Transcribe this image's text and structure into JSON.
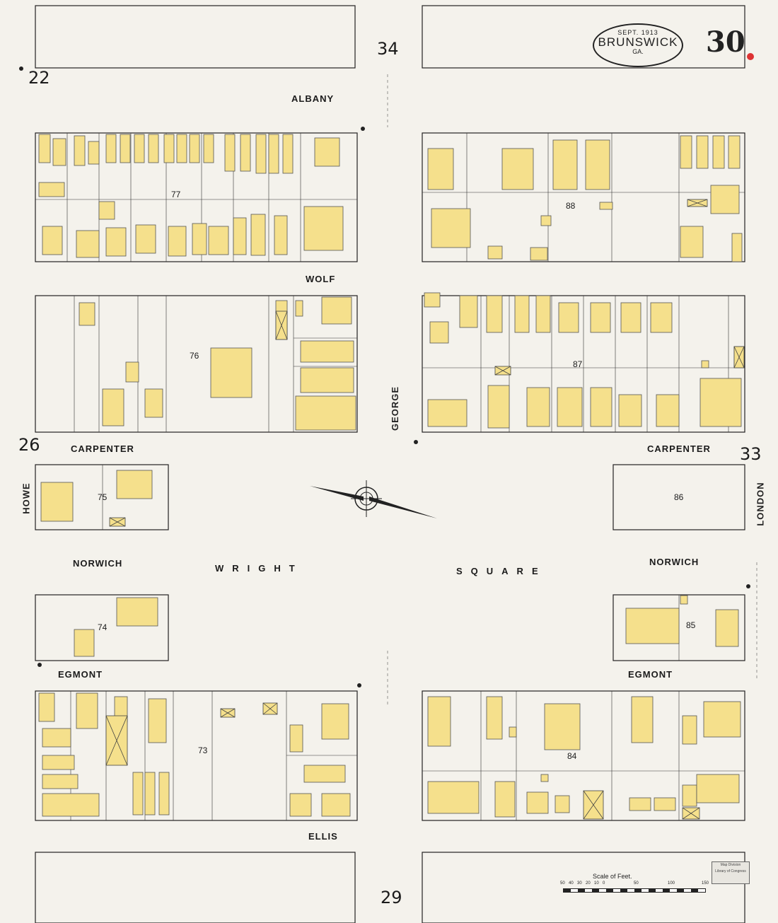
{
  "header": {
    "date": "SEPT. 1913",
    "city": "BRUNSWICK",
    "state": "GA.",
    "sheet_number": "30"
  },
  "adjacent_sheets": {
    "top_left": "22",
    "top_center": "34",
    "left_middle": "26",
    "right_middle": "33",
    "bottom_center": "29"
  },
  "streets": {
    "albany": "ALBANY",
    "wolf": "WOLF",
    "carpenter_left": "CARPENTER",
    "carpenter_right": "CARPENTER",
    "norwich_left": "NORWICH",
    "norwich_right": "NORWICH",
    "wright": "WRIGHT",
    "square": "SQUARE",
    "egmont_left": "EGMONT",
    "egmont_right": "EGMONT",
    "ellis": "ELLIS",
    "george": "GEORGE",
    "howe": "HOWE",
    "london": "LONDON"
  },
  "blocks": [
    "77",
    "88",
    "76",
    "87",
    "75",
    "86",
    "74",
    "85",
    "73",
    "84"
  ],
  "scale": {
    "caption": "Scale of Feet.",
    "ticks": [
      "50",
      "40",
      "30",
      "20",
      "10",
      "0",
      "50",
      "100",
      "150"
    ]
  },
  "library_stamp": [
    "Map Division",
    "Library of Congress"
  ],
  "colors": {
    "paper": "#f4f2ec",
    "dwelling_fill": "#f5e08c",
    "ink": "#222222"
  }
}
